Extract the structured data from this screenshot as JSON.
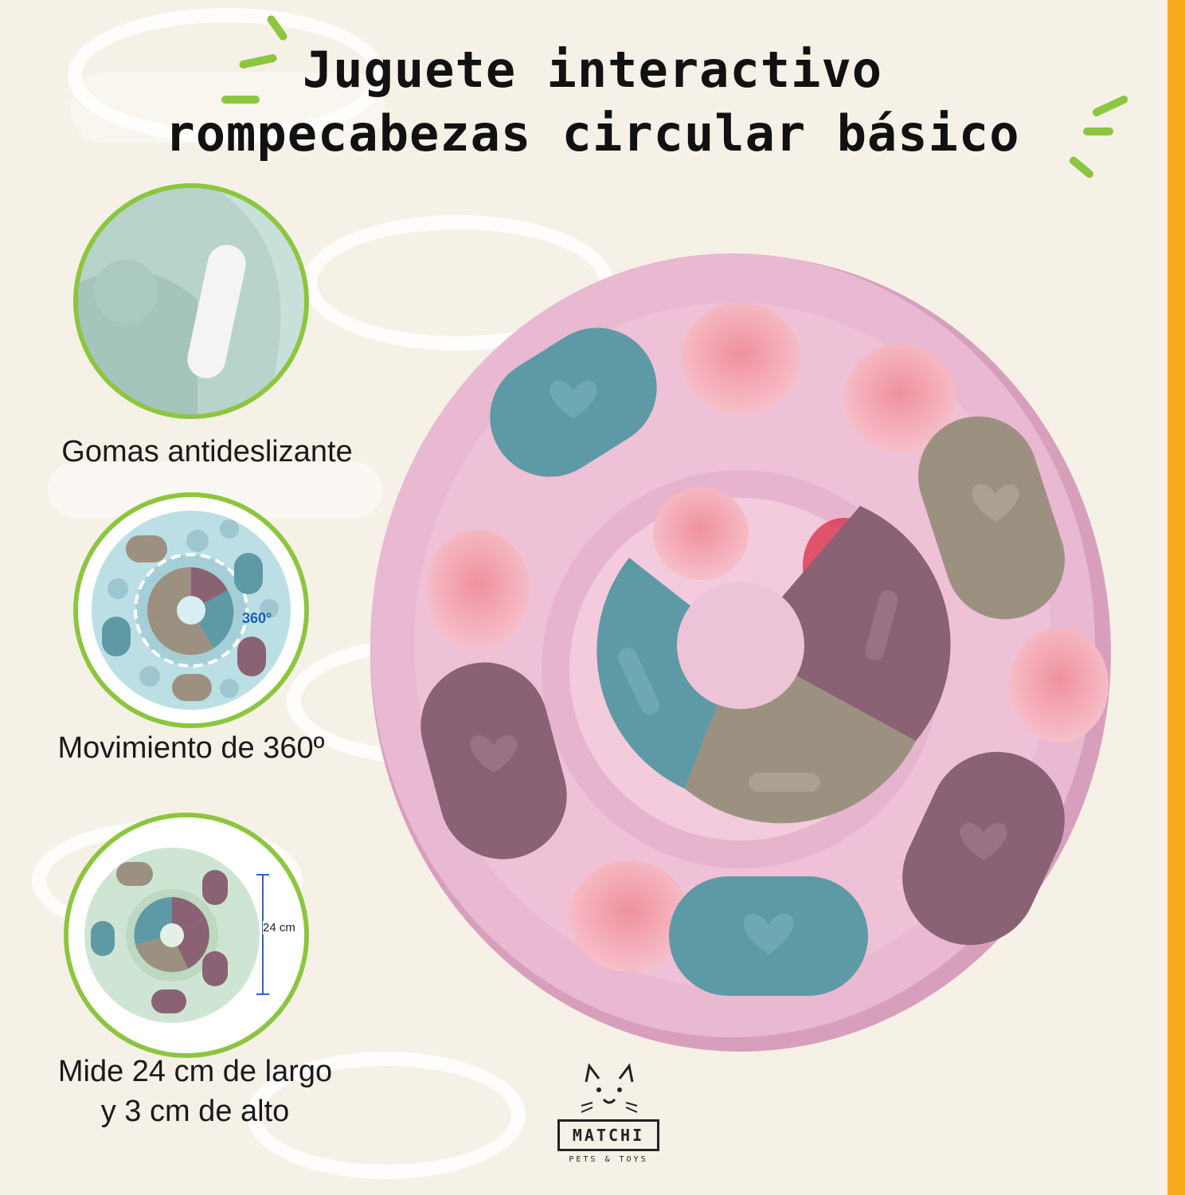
{
  "title": {
    "line1": "Juguete interactivo",
    "line2": "rompecabezas circular básico"
  },
  "features": [
    {
      "caption": "Gomas antideslizante"
    },
    {
      "caption": "Movimiento de 360º",
      "badge": "360°"
    },
    {
      "caption_line1": "Mide 24 cm de largo",
      "caption_line2": "y 3 cm de alto",
      "dimension_label": "24 cm"
    }
  ],
  "brand": {
    "name": "MATCHI",
    "tagline": "PETS & TOYS"
  },
  "colors": {
    "background": "#f6f1e7",
    "accent_green": "#8cc63f",
    "accent_orange": "#f6ab1c",
    "toy_pink": "#e8b4cf",
    "piece_teal": "#5e99a6",
    "piece_taupe": "#9c9180",
    "piece_mauve": "#8a6273"
  }
}
